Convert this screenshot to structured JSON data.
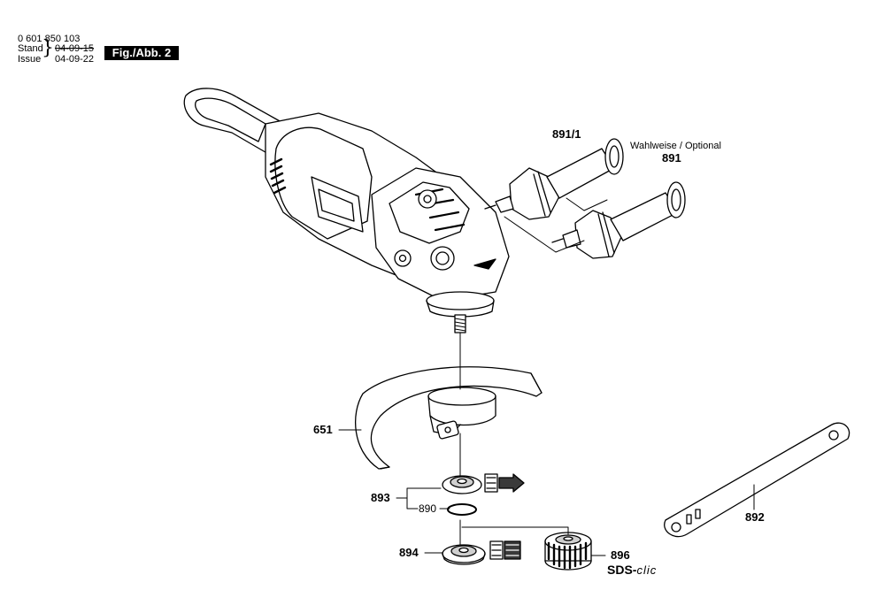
{
  "header": {
    "part_number": "0 601 850 103",
    "stand_label": "Stand",
    "stand_date": "04-09-15",
    "issue_label": "Issue",
    "issue_date": "04-09-22",
    "figure_label": "Fig./Abb. 2"
  },
  "callouts": {
    "p891_1": "891/1",
    "optional_note": "Wahlweise / Optional",
    "p891": "891",
    "p651": "651",
    "p893": "893",
    "p890": "890",
    "p894": "894",
    "p896": "896",
    "p892": "892",
    "sds_prefix": "SDS-",
    "sds_suffix": "clic"
  },
  "colors": {
    "line": "#000000",
    "shade": "#cfcfcf",
    "dark": "#3a3a3a",
    "badge_bg": "#000000",
    "badge_text": "#ffffff"
  }
}
